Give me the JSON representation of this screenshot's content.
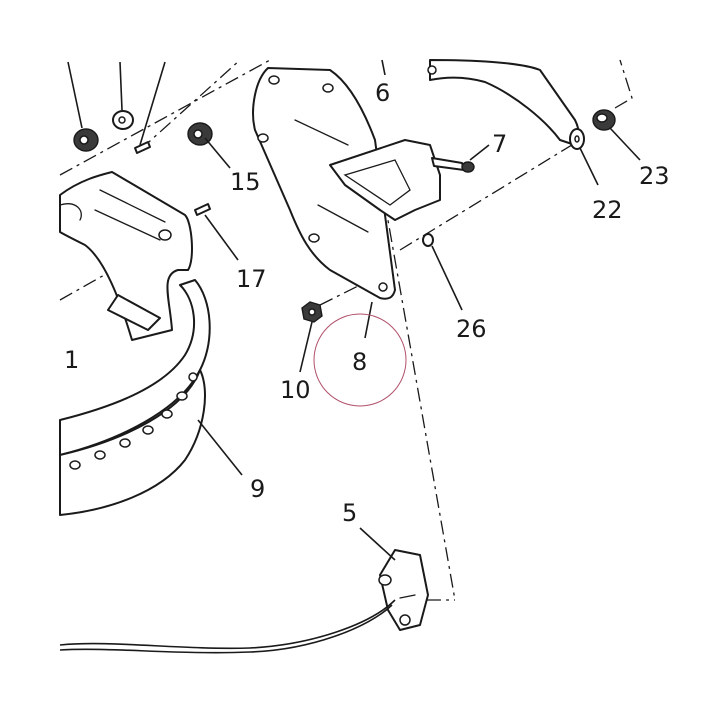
{
  "labels": {
    "l1": "1",
    "l5": "5",
    "l6": "6",
    "l7": "7",
    "l8": "8",
    "l9": "9",
    "l10": "10",
    "l15": "15",
    "l17": "17",
    "l22": "22",
    "l23": "23",
    "l26": "26"
  },
  "colors": {
    "line": "#1a1a1a",
    "highlight_circle": "#b0506a",
    "background": "#ffffff"
  }
}
